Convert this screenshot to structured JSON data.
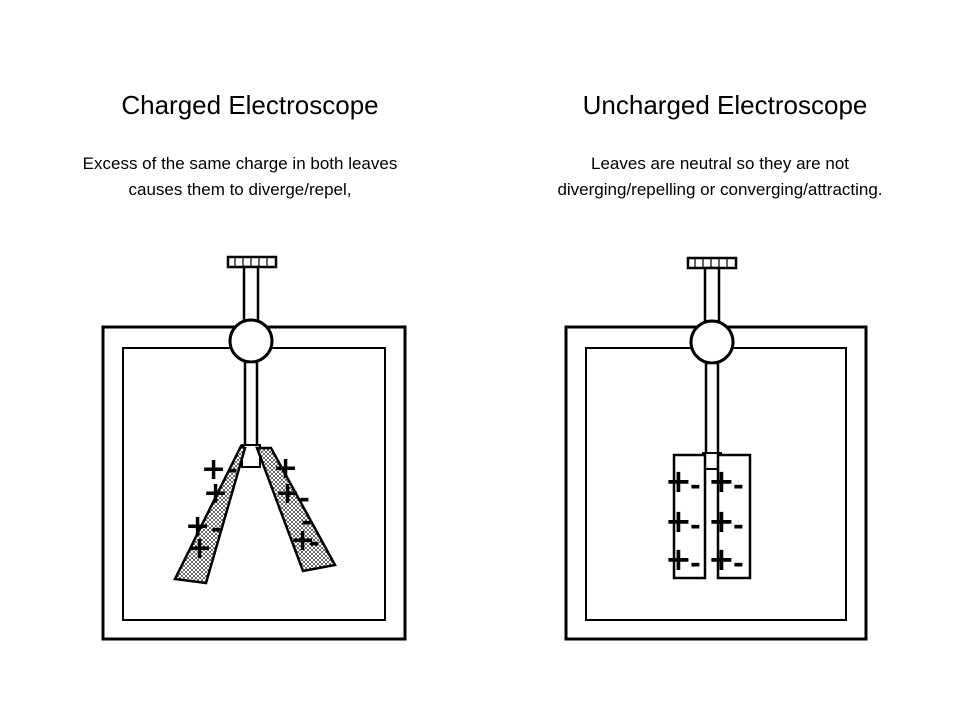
{
  "panels": [
    {
      "title": "Charged Electroscope",
      "caption_lines": [
        "Excess of the same charge in both leaves",
        "causes them to diverge/repel,"
      ]
    },
    {
      "title": "Uncharged Electroscope",
      "caption_lines": [
        "Leaves are neutral so they are not",
        "diverging/repelling  or converging/attracting."
      ]
    }
  ],
  "charges": {
    "plus": "+",
    "minus": "-"
  },
  "colors": {
    "ink": "#000000",
    "leaf_fill": "#bdbdbd",
    "background": "#ffffff"
  }
}
